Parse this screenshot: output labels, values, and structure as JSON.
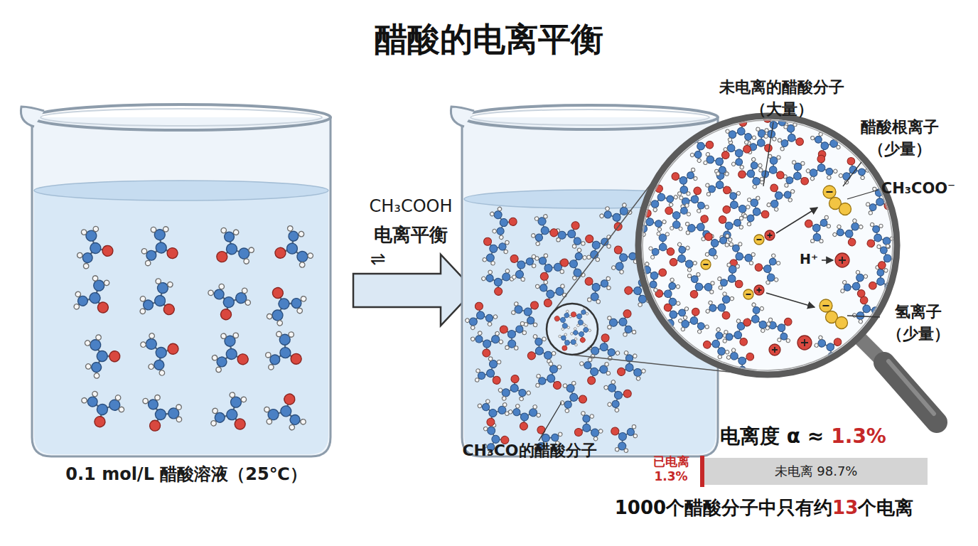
{
  "diagram": {
    "title": "醋酸的电离平衡",
    "nodes": [
      {
        "text": [
          "未电离 98.7%"
        ]
      }
    ],
    "labels": [
      "CH₃COOH",
      "电离平衡",
      "⇌",
      "未电离的醋酸分子 （大量）",
      "醋酸根离子 （少量）",
      "CH₃COO⁻",
      "H⁺",
      "氢离子 （少量）",
      "0.1 mol/L 醋酸溶液（25℃）",
      "CH₃CO的醋酸分子",
      "电离度 α ≈",
      "1.3%",
      "已电离 1.3%",
      "1000个醋酸分子中只有约",
      "13",
      "个电离"
    ]
  }
}
